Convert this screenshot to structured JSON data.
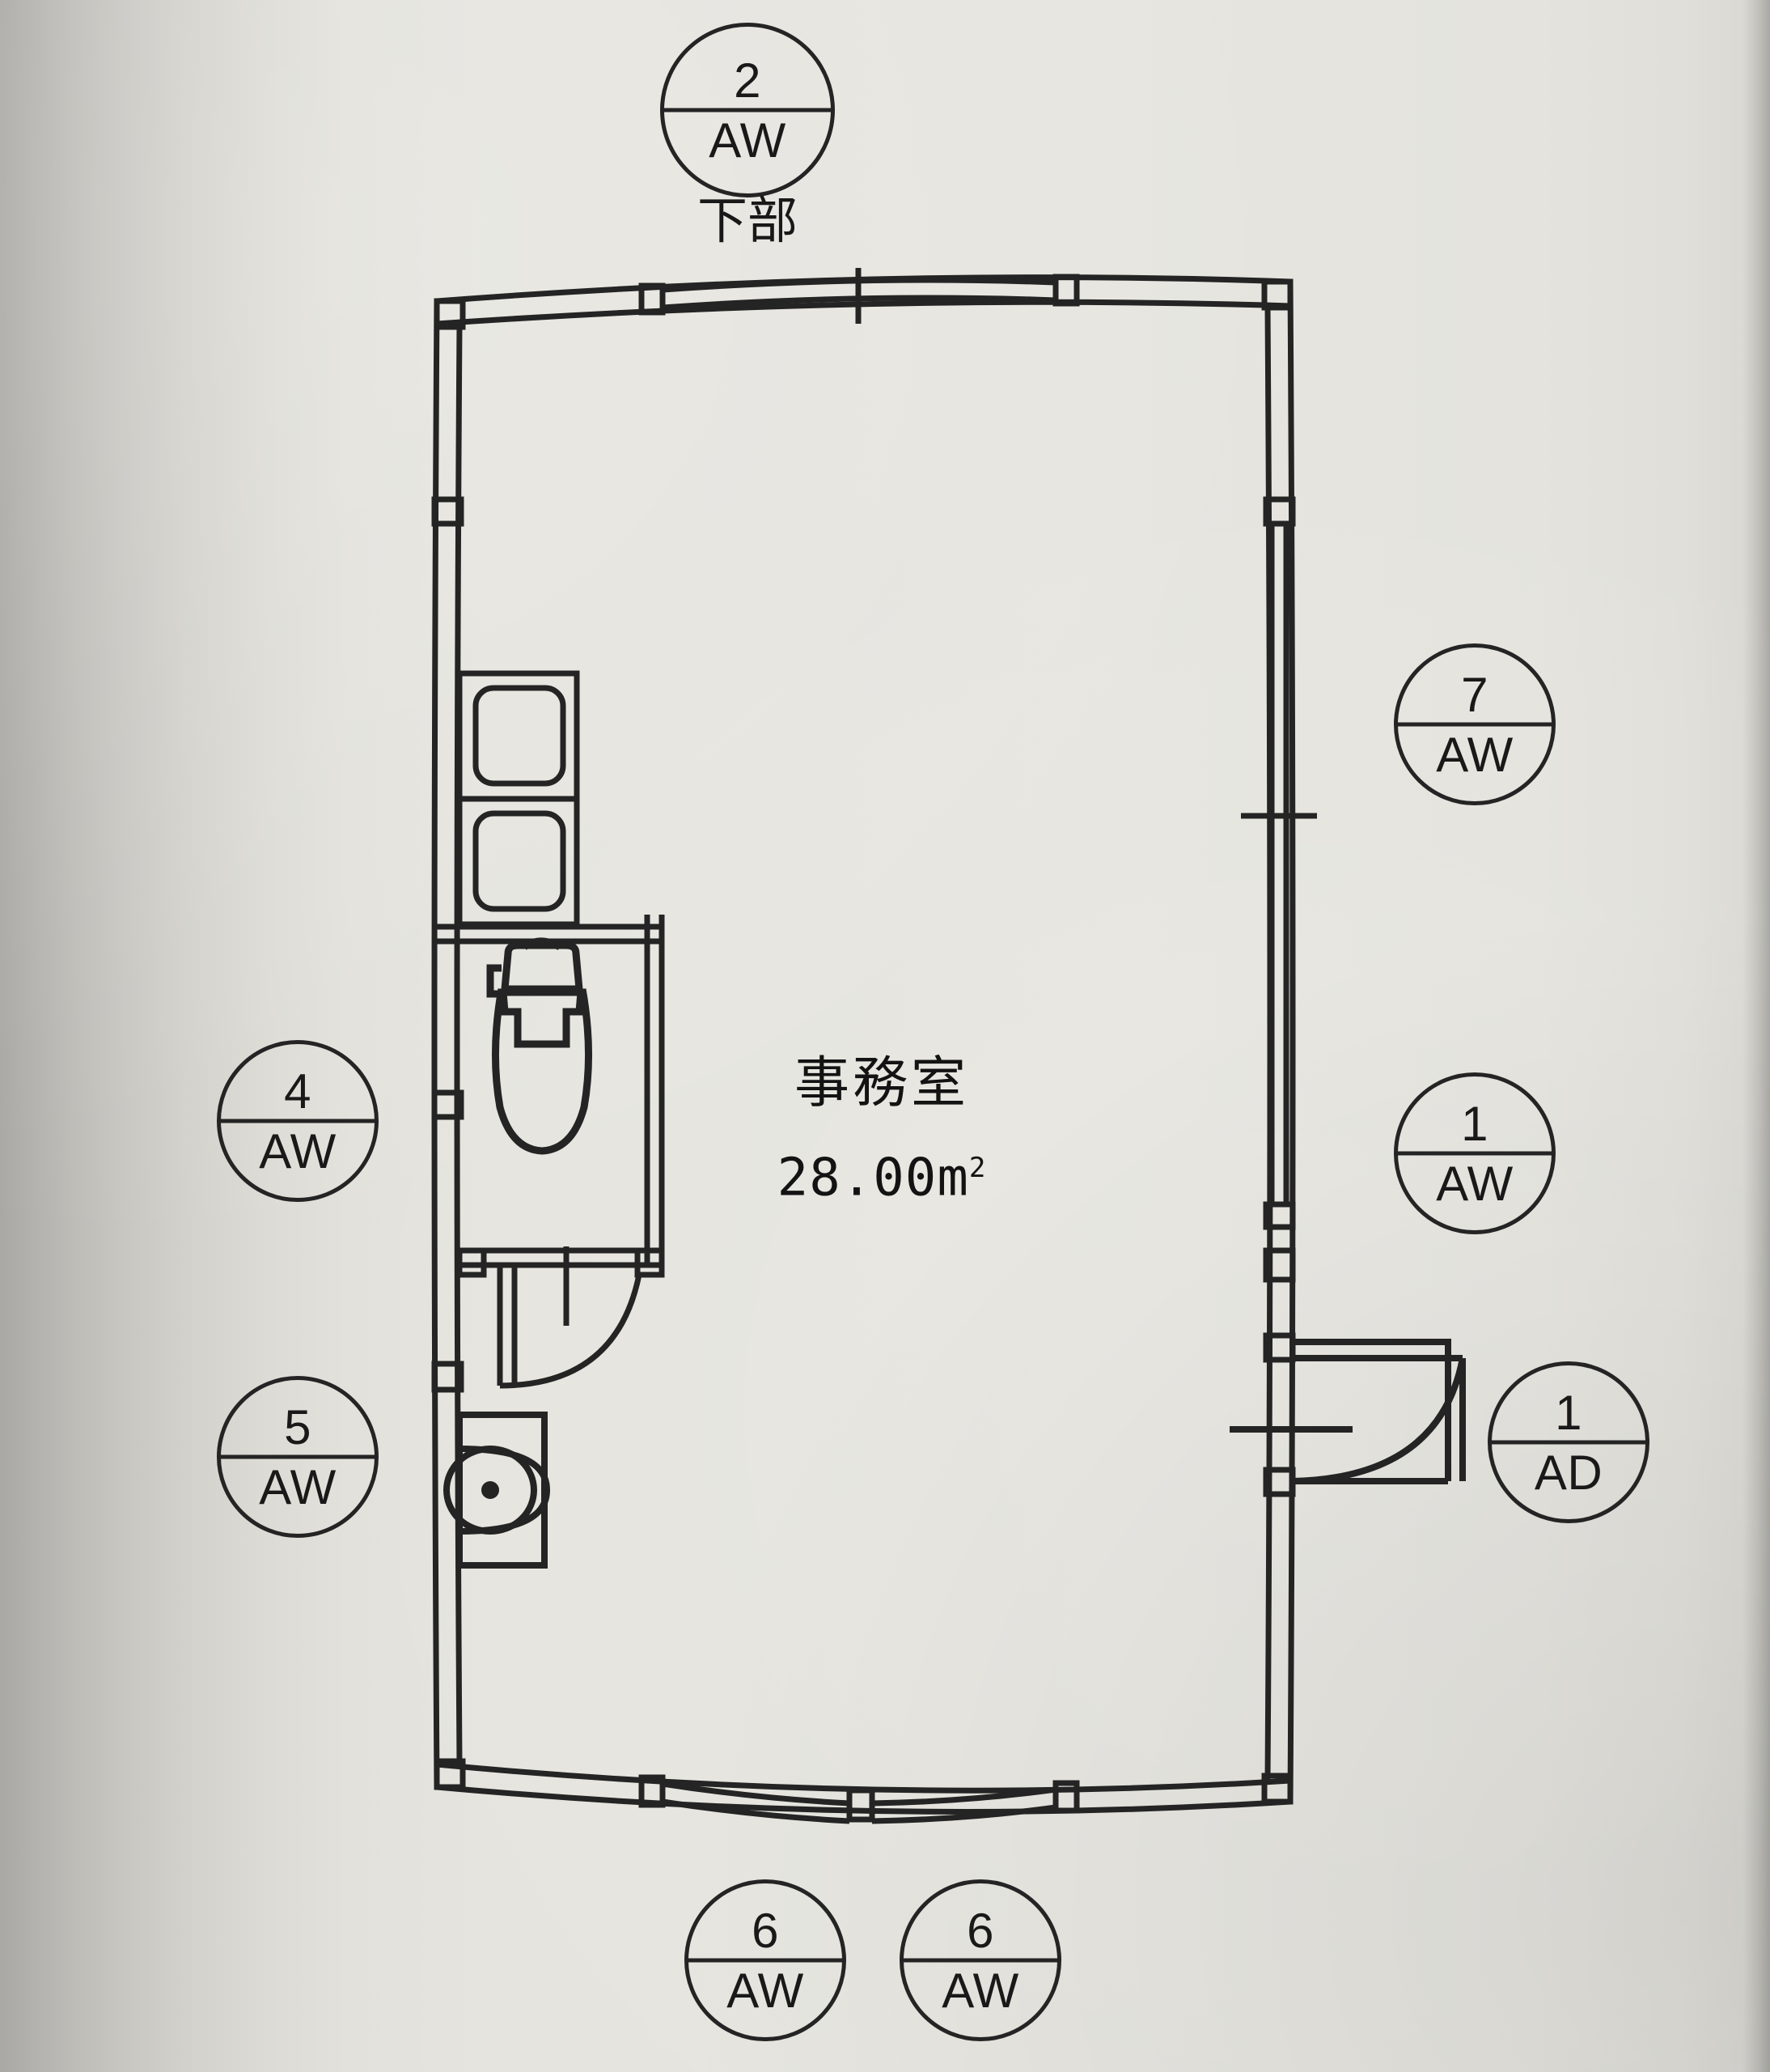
{
  "drawing": {
    "kind": "architectural-floor-plan",
    "sheet_background": "#e5e4de",
    "line_color": "#242424"
  },
  "room": {
    "name": "事務室",
    "area_value": "28.00",
    "area_unit": "m",
    "area_exponent": "2"
  },
  "notes": {
    "top_marker_note": "下部"
  },
  "markers": [
    {
      "id": "marker-top-2aw",
      "number": "2",
      "code": "AW",
      "note": "下部",
      "position": "top-center"
    },
    {
      "id": "marker-right-7aw",
      "number": "7",
      "code": "AW",
      "note": "",
      "position": "right-upper"
    },
    {
      "id": "marker-right-1aw",
      "number": "1",
      "code": "AW",
      "note": "",
      "position": "right-middle"
    },
    {
      "id": "marker-right-1ad",
      "number": "1",
      "code": "AD",
      "note": "",
      "position": "right-lower"
    },
    {
      "id": "marker-left-4aw",
      "number": "4",
      "code": "AW",
      "note": "",
      "position": "left-middle"
    },
    {
      "id": "marker-left-5aw",
      "number": "5",
      "code": "AW",
      "note": "",
      "position": "left-lower"
    },
    {
      "id": "marker-bottom-6aw-left",
      "number": "6",
      "code": "AW",
      "note": "",
      "position": "bottom-left"
    },
    {
      "id": "marker-bottom-6aw-right",
      "number": "6",
      "code": "AW",
      "note": "",
      "position": "bottom-right"
    }
  ],
  "fixtures": [
    {
      "id": "cabinet-upper",
      "label": ""
    },
    {
      "id": "cabinet-lower",
      "label": ""
    },
    {
      "id": "toilet",
      "label": ""
    },
    {
      "id": "washbasin",
      "label": ""
    },
    {
      "id": "toilet-door",
      "label": ""
    },
    {
      "id": "entrance-door",
      "label": ""
    }
  ]
}
